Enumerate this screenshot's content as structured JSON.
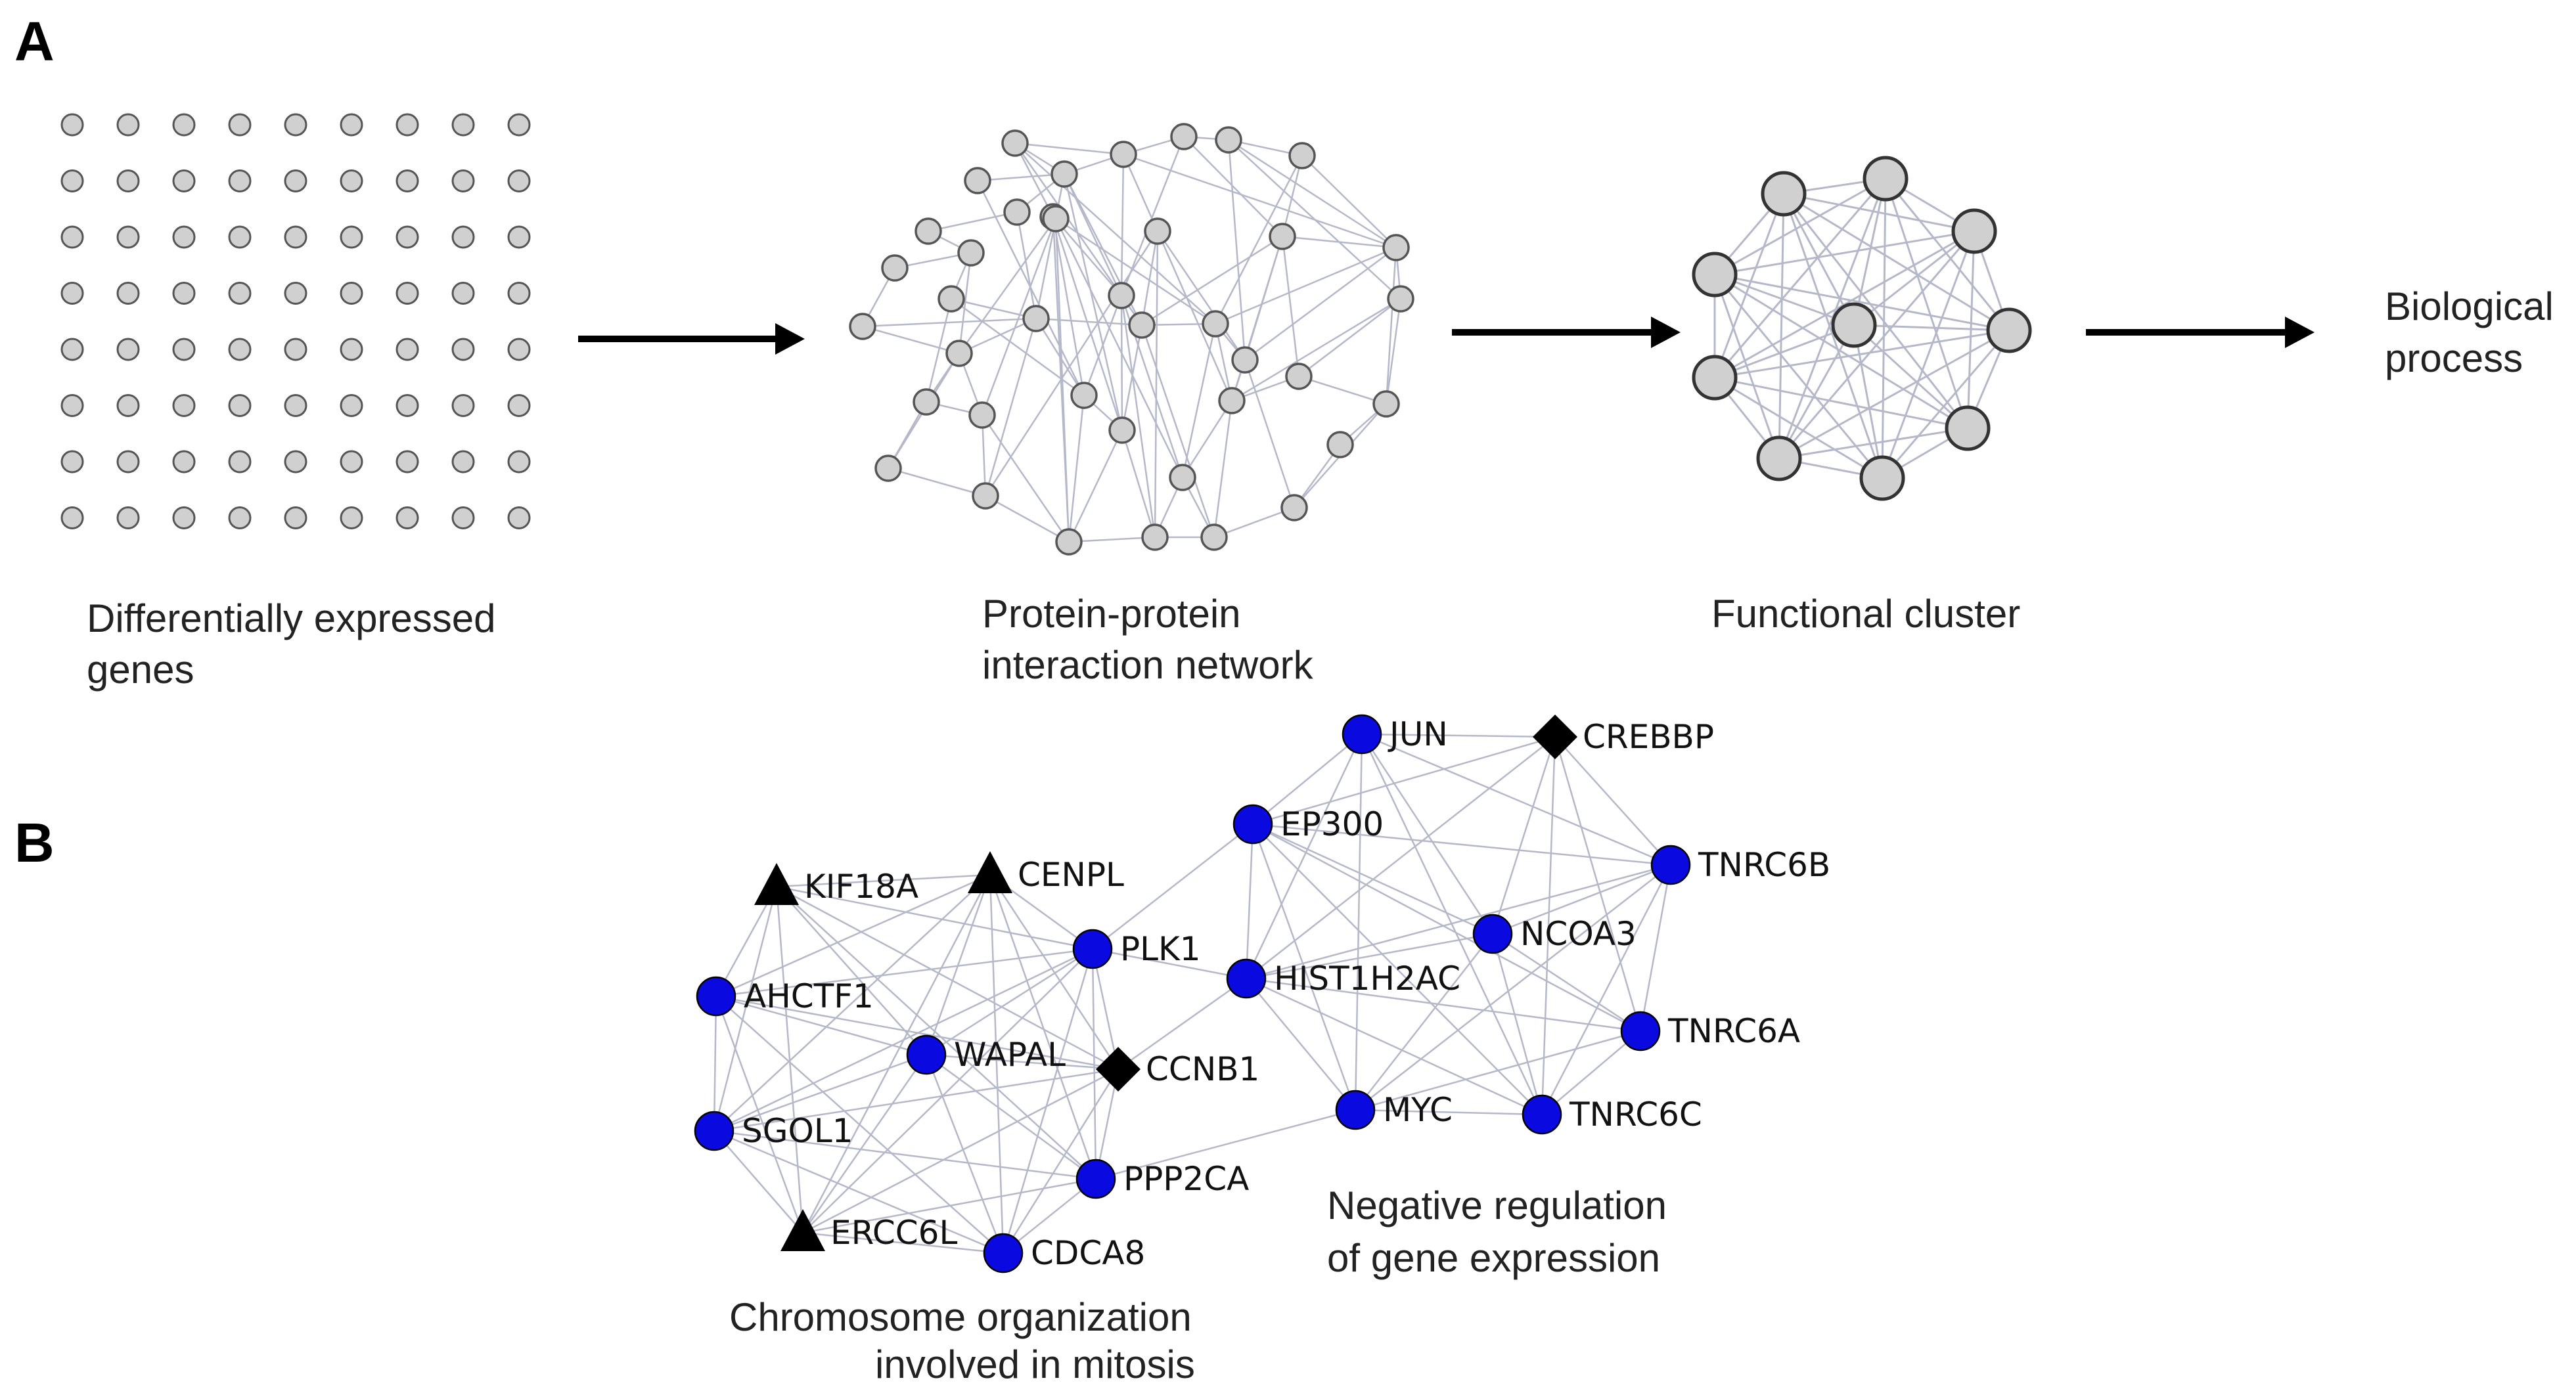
{
  "panel_a": {
    "letter": "A",
    "step1_caption_line1": "Differentially  expressed",
    "step1_caption_line2": "genes",
    "step2_caption_line1": "Protein-protein",
    "step2_caption_line2": "interaction  network",
    "step3_caption": "Functional  cluster",
    "step4_caption_line1": "Biological",
    "step4_caption_line2": "process"
  },
  "panel_b": {
    "letter": "B",
    "cluster1_caption_line1": "Chromosome  organization",
    "cluster1_caption_line2": "involved  in  mitosis",
    "cluster2_caption_line1": "Negative  regulation",
    "cluster2_caption_line2": "of gene expression",
    "genes": [
      {
        "id": "KIF18A",
        "label": "KIF18A",
        "shape": "triangle"
      },
      {
        "id": "CENPL",
        "label": "CENPL",
        "shape": "triangle"
      },
      {
        "id": "AHCTF1",
        "label": "AHCTF1",
        "shape": "circle"
      },
      {
        "id": "PLK1",
        "label": "PLK1",
        "shape": "circle"
      },
      {
        "id": "WAPAL",
        "label": "WAPAL",
        "shape": "circle"
      },
      {
        "id": "CCNB1",
        "label": "CCNB1",
        "shape": "diamond"
      },
      {
        "id": "SGOL1",
        "label": "SGOL1",
        "shape": "circle"
      },
      {
        "id": "PPP2CA",
        "label": "PPP2CA",
        "shape": "circle"
      },
      {
        "id": "ERCC6L",
        "label": "ERCC6L",
        "shape": "triangle"
      },
      {
        "id": "CDCA8",
        "label": "CDCA8",
        "shape": "circle"
      },
      {
        "id": "JUN",
        "label": "JUN",
        "shape": "circle"
      },
      {
        "id": "CREBBP",
        "label": "CREBBP",
        "shape": "diamond"
      },
      {
        "id": "EP300",
        "label": "EP300",
        "shape": "circle"
      },
      {
        "id": "TNRC6B",
        "label": "TNRC6B",
        "shape": "circle"
      },
      {
        "id": "NCOA3",
        "label": "NCOA3",
        "shape": "circle"
      },
      {
        "id": "HIST1H2AC",
        "label": "HIST1H2AC",
        "shape": "circle"
      },
      {
        "id": "TNRC6A",
        "label": "TNRC6A",
        "shape": "circle"
      },
      {
        "id": "MYC",
        "label": "MYC",
        "shape": "circle"
      },
      {
        "id": "TNRC6C",
        "label": "TNRC6C",
        "shape": "circle"
      }
    ]
  },
  "colors": {
    "gene_node_fill": "#0a0ae0",
    "marker_fill": "#000000",
    "grey_node_fill": "#d0d0d0",
    "grey_node_stroke": "#555555",
    "edge_color": "#b4b8c8",
    "arrow_color": "#000000"
  }
}
